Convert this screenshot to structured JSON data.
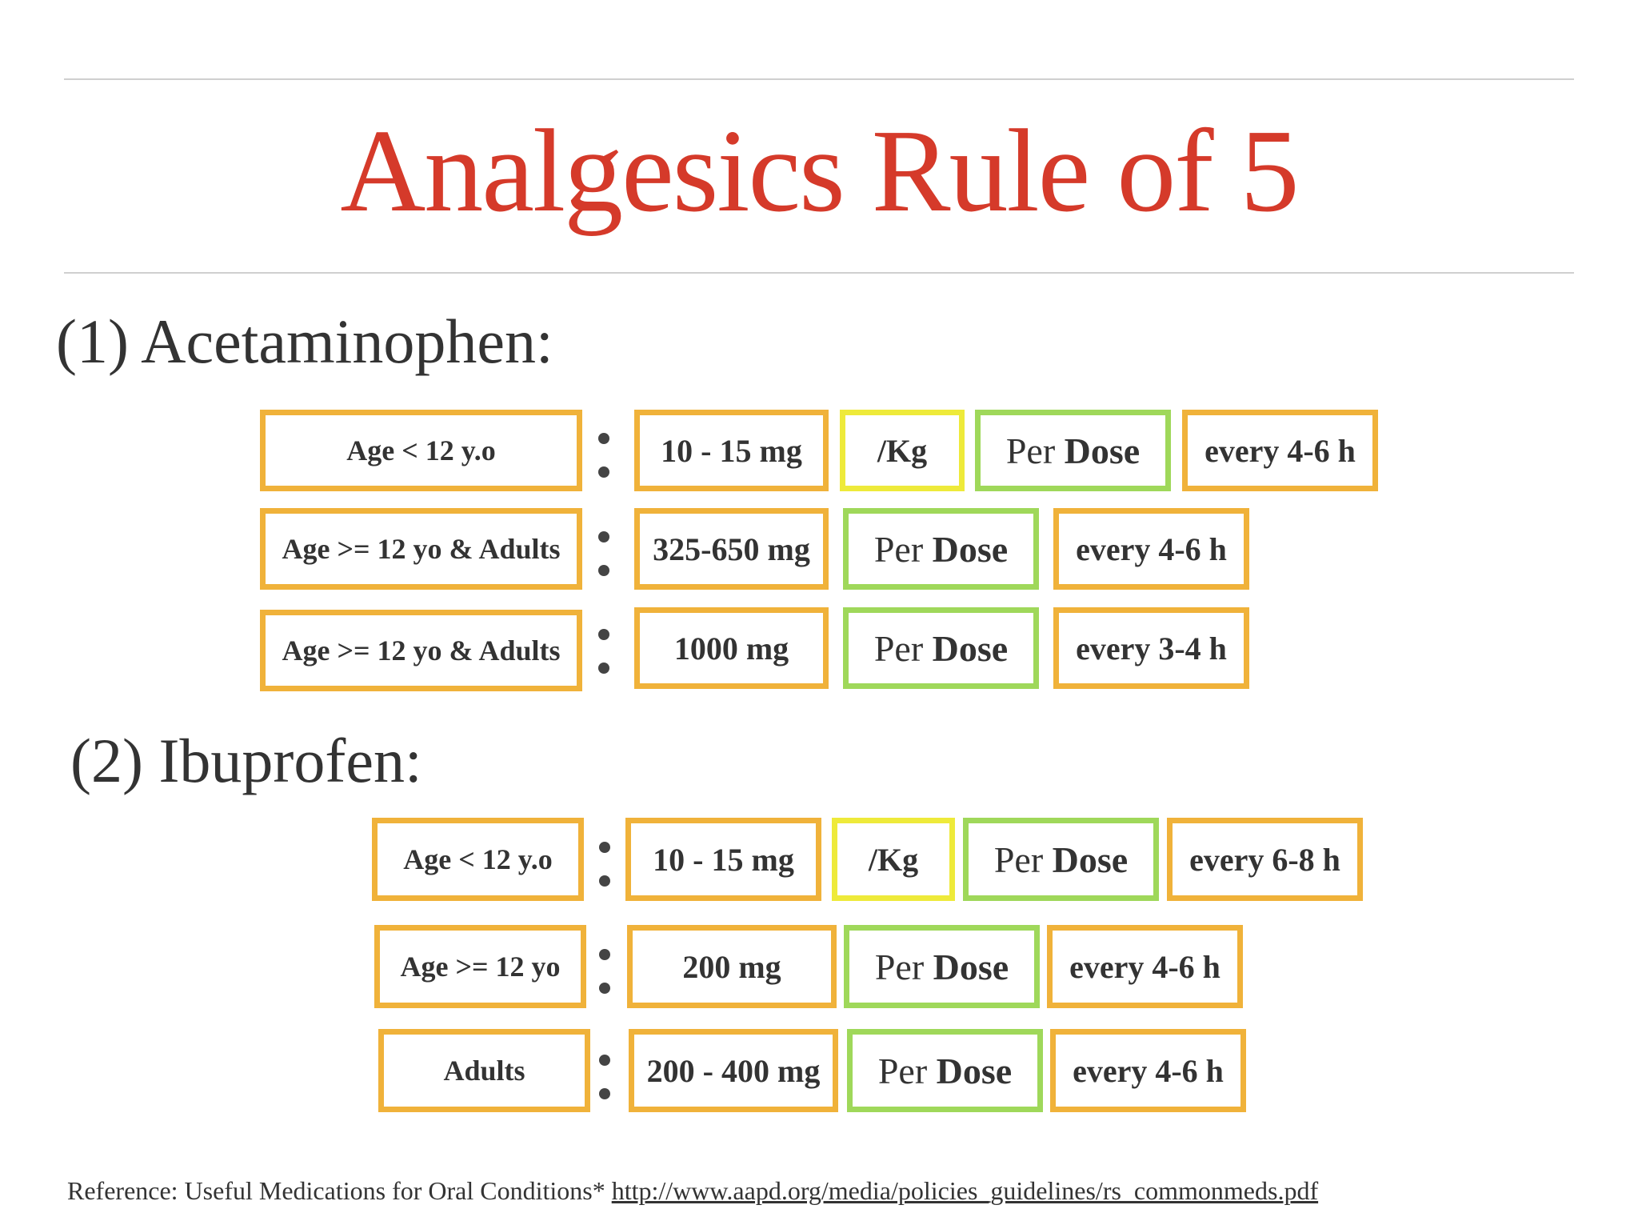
{
  "title": "Analgesics Rule of 5",
  "sections": [
    {
      "heading": "(1) Acetaminophen:",
      "rows": [
        {
          "age": "Age < 12 y.o",
          "dose": "10 - 15 mg",
          "per_kg": "/Kg",
          "per": "Per",
          "dose_word": "Dose",
          "interval": "every 4-6 h"
        },
        {
          "age": "Age >= 12 yo & Adults",
          "dose": "325-650 mg",
          "per": "Per",
          "dose_word": "Dose",
          "interval": "every 4-6 h"
        },
        {
          "age": "Age >= 12 yo & Adults",
          "dose": "1000 mg",
          "per": "Per",
          "dose_word": "Dose",
          "interval": "every 3-4 h"
        }
      ]
    },
    {
      "heading": "(2) Ibuprofen:",
      "rows": [
        {
          "age": "Age < 12 y.o",
          "dose": "10 - 15 mg",
          "per_kg": "/Kg",
          "per": "Per",
          "dose_word": "Dose",
          "interval": "every 6-8 h"
        },
        {
          "age": "Age >= 12 yo",
          "dose": "200 mg",
          "per": "Per",
          "dose_word": "Dose",
          "interval": "every 4-6 h"
        },
        {
          "age": "Adults",
          "dose": "200 - 400 mg",
          "per": "Per",
          "dose_word": "Dose",
          "interval": "every 4-6 h"
        }
      ]
    }
  ],
  "reference": {
    "label": "Reference: Useful Medications for Oral Conditions*",
    "url": "http://www.aapd.org/media/policies_guidelines/rs_commonmeds.pdf"
  },
  "colors": {
    "title": "#d53a2a",
    "age_dose_interval_border": "#f0b23a",
    "per_kg_border": "#eeea3a",
    "per_dose_border": "#9fd85a"
  }
}
